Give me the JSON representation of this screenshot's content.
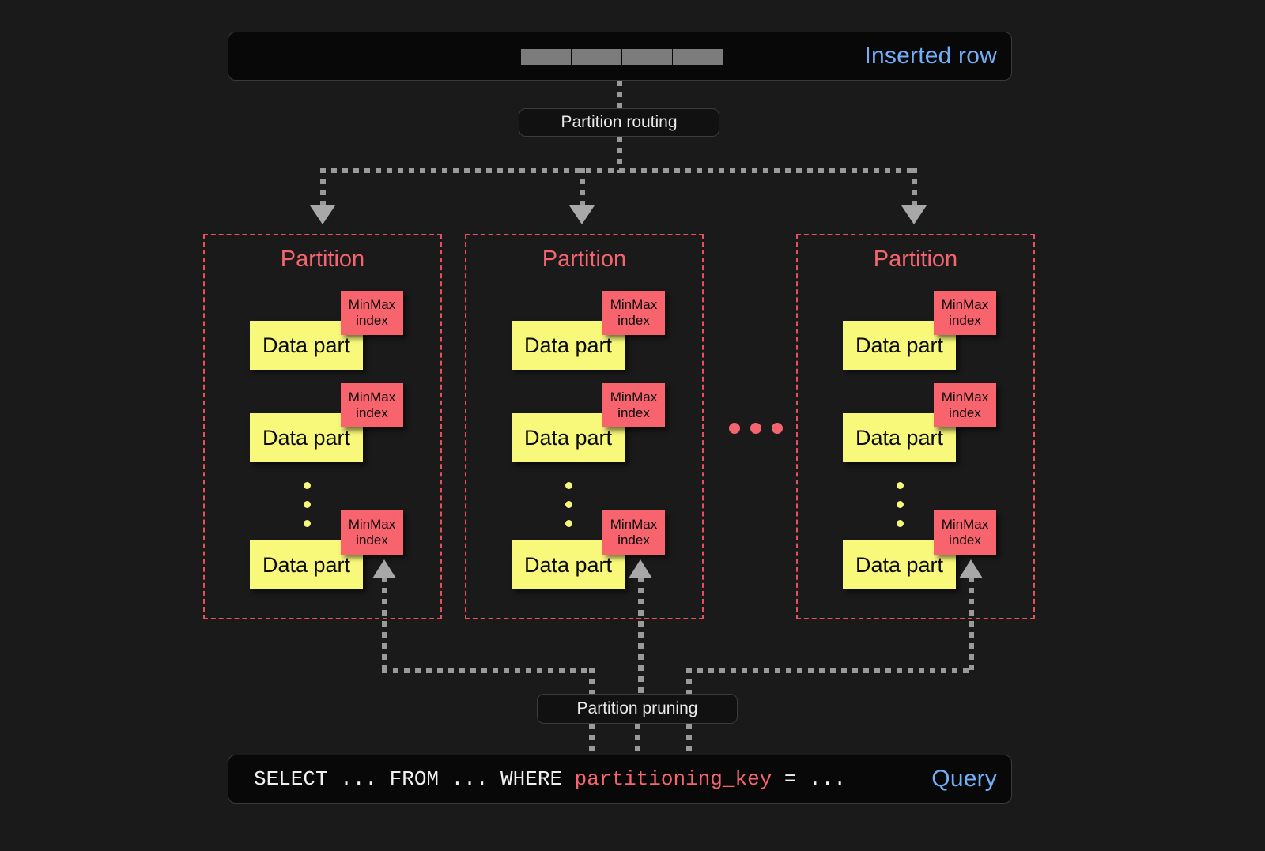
{
  "diagram": {
    "title": "ClickHouse partitioning: insert routing and partition pruning",
    "background_color": "#1a1a1a"
  },
  "inserted_row": {
    "label": "Inserted row",
    "label_color": "#74aef8",
    "cells": [
      "",
      "",
      "",
      ""
    ],
    "cell_color": "#7c7c7c"
  },
  "routing": {
    "label": "Partition routing"
  },
  "pruning": {
    "label": "Partition pruning"
  },
  "partitions": [
    {
      "title": "Partition",
      "parts": [
        {
          "data_part_label": "Data part",
          "minmax_label": "MinMax index"
        },
        {
          "data_part_label": "Data part",
          "minmax_label": "MinMax index"
        },
        {
          "data_part_label": "Data part",
          "minmax_label": "MinMax index"
        }
      ],
      "ellipsis": "vertical"
    },
    {
      "title": "Partition",
      "parts": [
        {
          "data_part_label": "Data part",
          "minmax_label": "MinMax index"
        },
        {
          "data_part_label": "Data part",
          "minmax_label": "MinMax index"
        },
        {
          "data_part_label": "Data part",
          "minmax_label": "MinMax index"
        }
      ],
      "ellipsis": "vertical"
    },
    {
      "title": "Partition",
      "parts": [
        {
          "data_part_label": "Data part",
          "minmax_label": "MinMax index"
        },
        {
          "data_part_label": "Data part",
          "minmax_label": "MinMax index"
        },
        {
          "data_part_label": "Data part",
          "minmax_label": "MinMax index"
        }
      ],
      "ellipsis": "vertical"
    }
  ],
  "mid_ellipsis": {
    "dots": [
      "",
      "",
      ""
    ],
    "color": "#f5656f"
  },
  "query": {
    "label": "Query",
    "label_color": "#74aef8",
    "prefix": "SELECT ... FROM ... WHERE ",
    "key": "partitioning_key",
    "suffix": " = ..."
  },
  "colors": {
    "partition_border": "#e8505b",
    "partition_title": "#f5656f",
    "data_part": "#f8f87a",
    "minmax_index": "#f8646e",
    "connector": "#9a9a9a",
    "arrowhead": "#a8a8a8"
  }
}
